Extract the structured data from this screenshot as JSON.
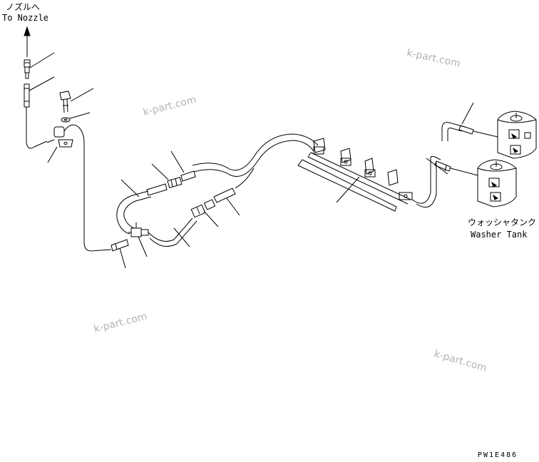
{
  "labels": {
    "nozzle_jp": "ノズルへ",
    "nozzle_en": "To Nozzle",
    "tank_jp": "ウォッシャタンク",
    "tank_en": "Washer Tank",
    "figure_code": "PW1E486"
  },
  "watermarks": [
    "k-part.com",
    "k-part.com",
    "k-part.com",
    "k-part.com"
  ],
  "colors": {
    "line": "#000000",
    "watermark": "#b3b3b3",
    "background": "#ffffff"
  }
}
